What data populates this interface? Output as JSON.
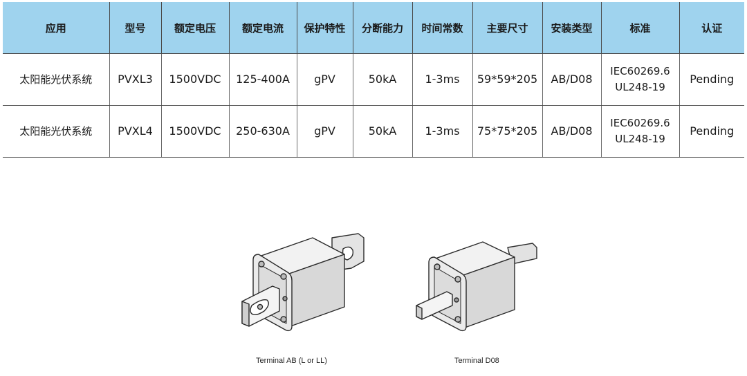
{
  "table": {
    "headers": [
      "应用",
      "型号",
      "额定电压",
      "额定电流",
      "保护特性",
      "分断能力",
      "时间常数",
      "主要尺寸",
      "安装类型",
      "标准",
      "认证"
    ],
    "rows": [
      {
        "application": "太阳能光伏系统",
        "model": "PVXL3",
        "voltage": "1500VDC",
        "current": "125-400A",
        "characteristic": "gPV",
        "breaking": "50kA",
        "time_constant": "1-3ms",
        "dimensions": "59*59*205",
        "mount": "AB/D08",
        "standard_1": "IEC60269.6",
        "standard_2": "UL248-19",
        "certification": "Pending"
      },
      {
        "application": "太阳能光伏系统",
        "model": "PVXL4",
        "voltage": "1500VDC",
        "current": "250-630A",
        "characteristic": "gPV",
        "breaking": "50kA",
        "time_constant": "1-3ms",
        "dimensions": "75*75*205",
        "mount": "AB/D08",
        "standard_1": "IEC60269.6",
        "standard_2": "UL248-19",
        "certification": "Pending"
      }
    ]
  },
  "figures": {
    "ab_caption": "Terminal AB (L or LL)",
    "d08_caption": "Terminal D08"
  }
}
